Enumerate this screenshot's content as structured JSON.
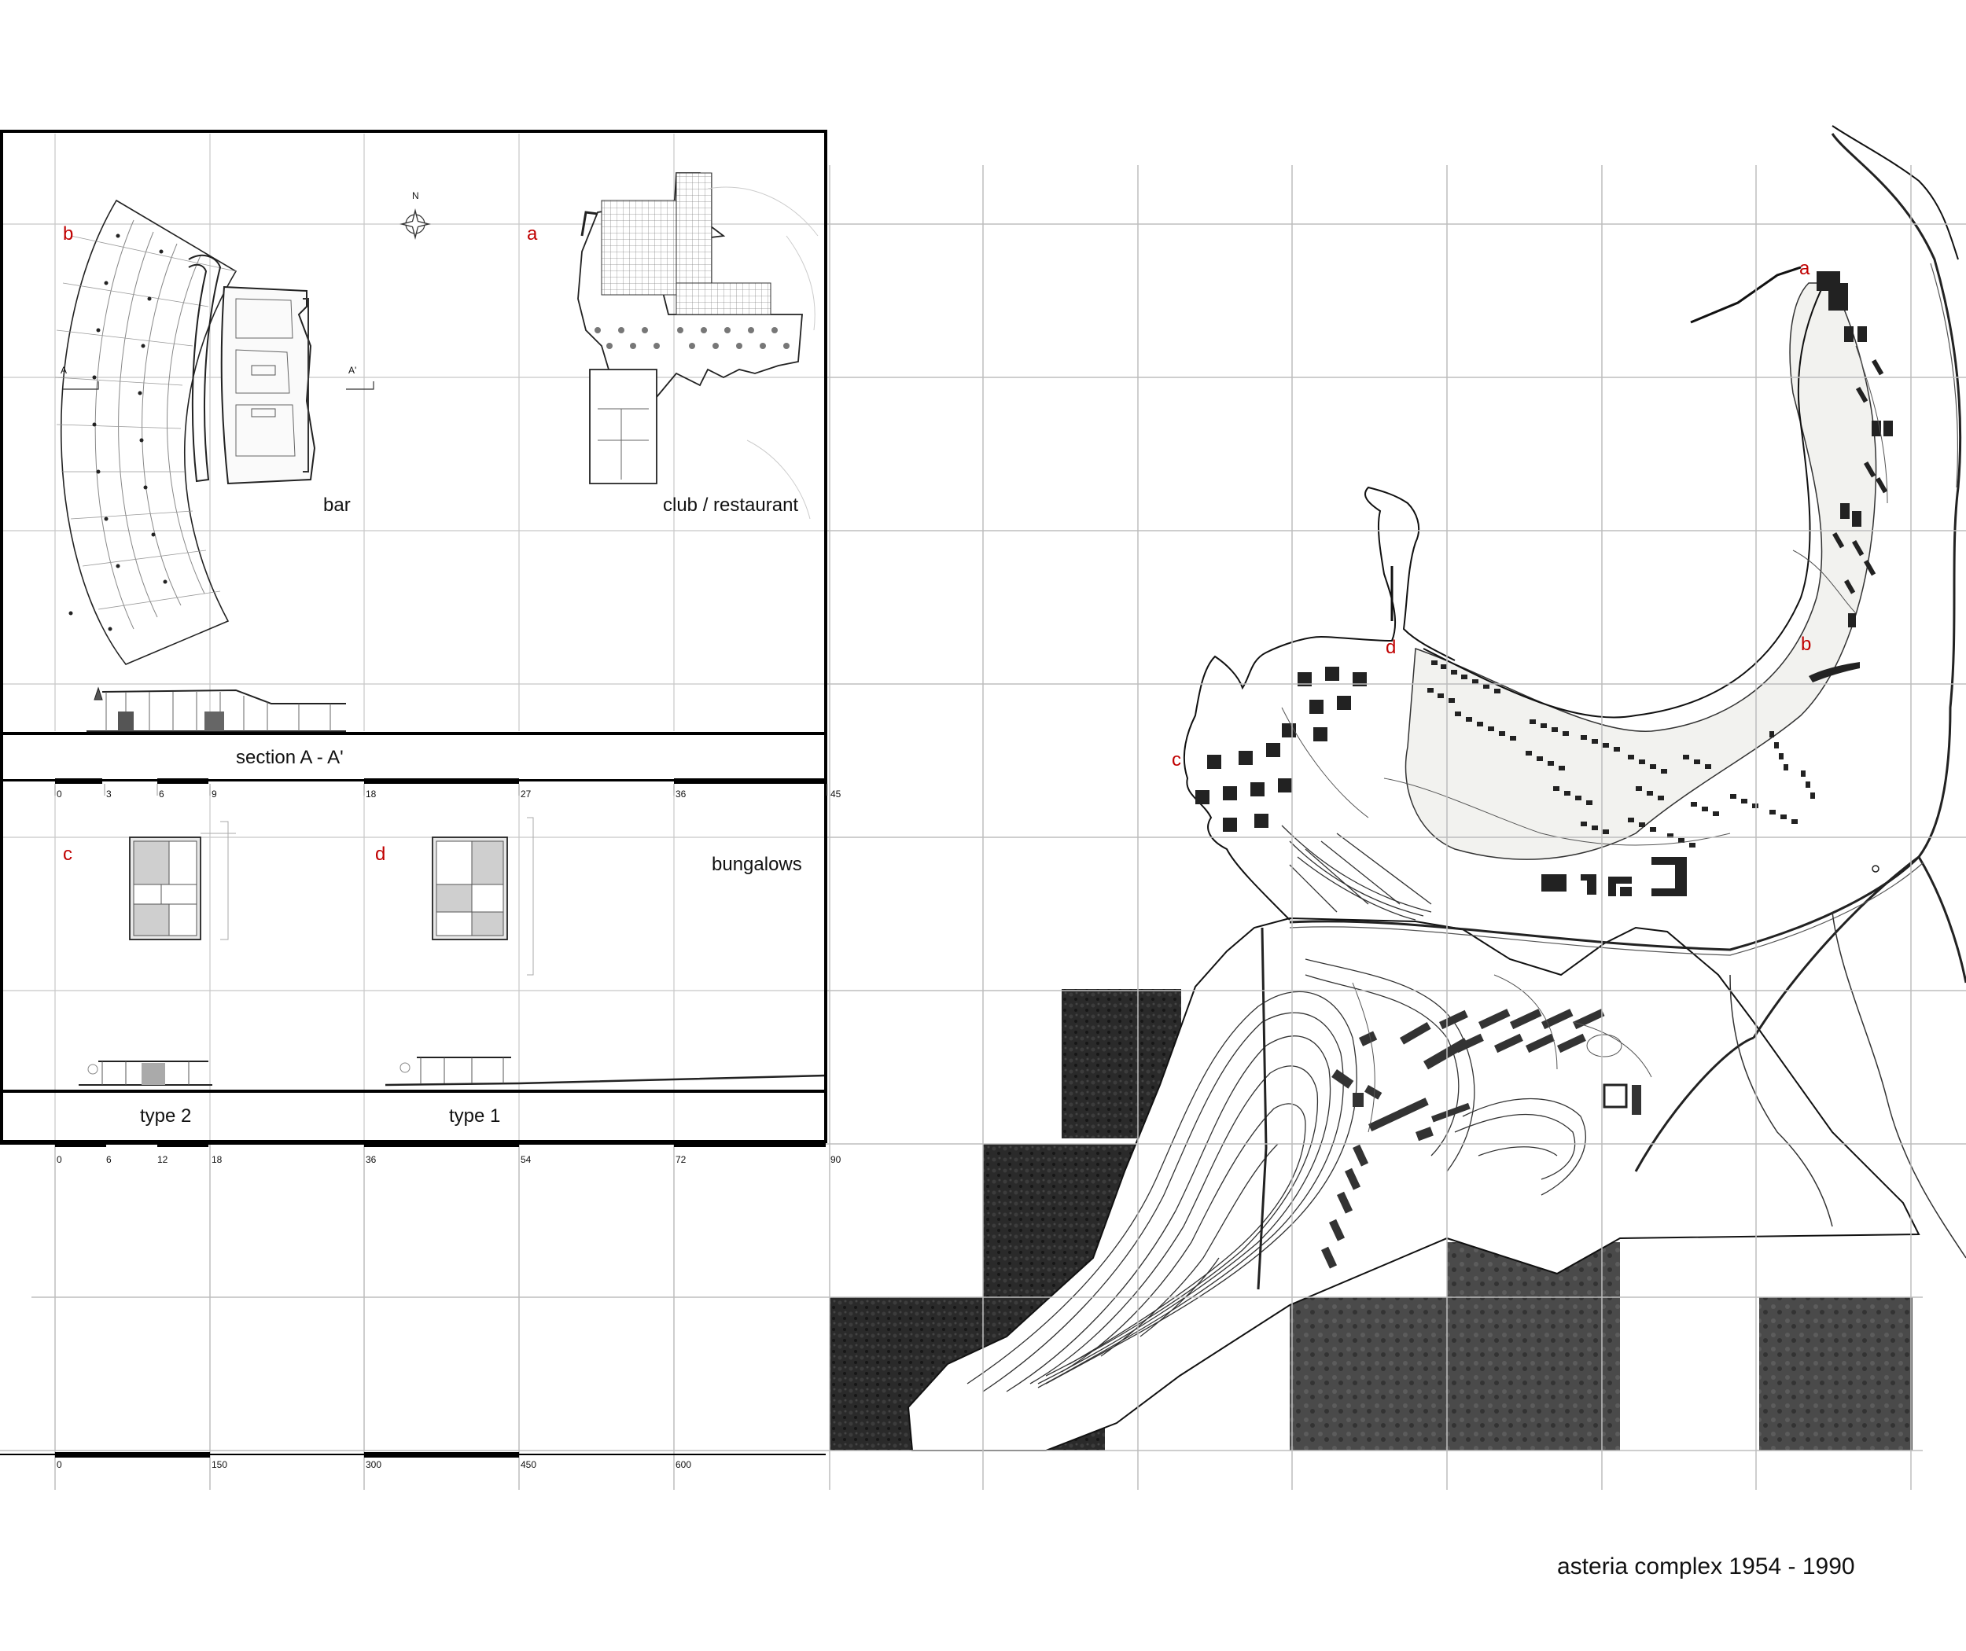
{
  "title": "asteria complex 1954 - 1990",
  "panels": {
    "bar": {
      "letter": "b",
      "caption": "bar",
      "section_marker_left": "A",
      "section_marker_right": "A'"
    },
    "club": {
      "letter": "a",
      "caption": "club / restaurant"
    },
    "north_label": "N",
    "section_caption": "section A - A'",
    "bungalows": {
      "caption": "bungalows",
      "letter_c": "c",
      "letter_d": "d",
      "type2": "type 2",
      "type1": "type 1"
    }
  },
  "scales": {
    "bar_scale": [
      "0",
      "3",
      "6",
      "9",
      "18",
      "27",
      "36",
      "45"
    ],
    "bungalow_scale": [
      "0",
      "6",
      "12",
      "18",
      "36",
      "54",
      "72",
      "90"
    ],
    "site_scale": [
      "0",
      "150",
      "300",
      "450",
      "600"
    ]
  },
  "site_labels": {
    "a": "a",
    "b": "b",
    "c": "c",
    "d": "d"
  },
  "colors": {
    "letter": "#c00000",
    "grid": "#bdbdbd",
    "frame": "#000000",
    "aerial": "#222222"
  }
}
